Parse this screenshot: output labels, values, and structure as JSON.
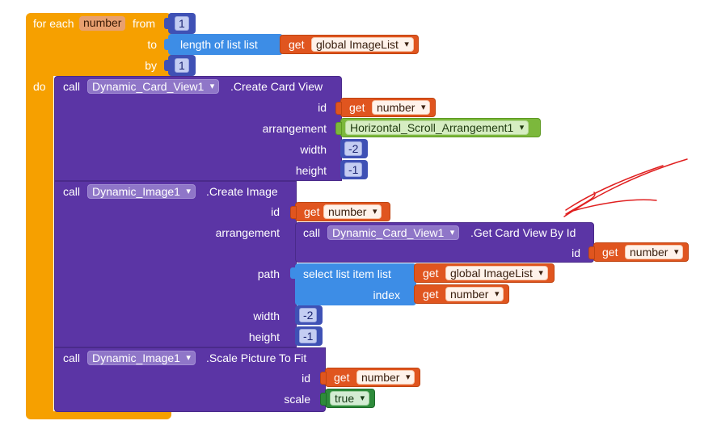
{
  "for_each": {
    "label_for_each": "for each",
    "variable": "number",
    "label_from": "from",
    "from_value": "1",
    "label_to": "to",
    "label_by": "by",
    "by_value": "1",
    "label_do": "do",
    "length_label": "length of list  list",
    "get_label": "get",
    "list_var": "global ImageList"
  },
  "create_card": {
    "call": "call",
    "component": "Dynamic_Card_View1",
    "method": ".Create Card View",
    "id_label": "id",
    "get_label": "get",
    "id_var": "number",
    "arrangement_label": "arrangement",
    "arrangement_value": "Horizontal_Scroll_Arrangement1",
    "width_label": "width",
    "width_value": "-2",
    "height_label": "height",
    "height_value": "-1"
  },
  "create_image": {
    "call": "call",
    "component": "Dynamic_Image1",
    "method": ".Create Image",
    "id_label": "id",
    "get_label": "get",
    "id_var": "number",
    "arrangement_label": "arrangement",
    "inner_call": "call",
    "inner_component": "Dynamic_Card_View1",
    "inner_method": ".Get Card View By Id",
    "inner_id_label": "id",
    "inner_get": "get",
    "inner_id_var": "number",
    "path_label": "path",
    "select_label": "select list item  list",
    "select_get": "get",
    "select_list_var": "global ImageList",
    "index_label": "index",
    "index_get": "get",
    "index_var": "number",
    "width_label": "width",
    "width_value": "-2",
    "height_label": "height",
    "height_value": "-1"
  },
  "scale_picture": {
    "call": "call",
    "component": "Dynamic_Image1",
    "method": ".Scale Picture To Fit",
    "id_label": "id",
    "get_label": "get",
    "id_var": "number",
    "scale_label": "scale",
    "scale_value": "true"
  },
  "colors": {
    "control": "#f6a000",
    "procedure": "#5b35a5",
    "math": "#3f51b5",
    "list": "#3d8de6",
    "variable": "#e0551f",
    "component": "#7cb83c",
    "logic": "#2e8b3b",
    "annotation": "#e02020"
  }
}
